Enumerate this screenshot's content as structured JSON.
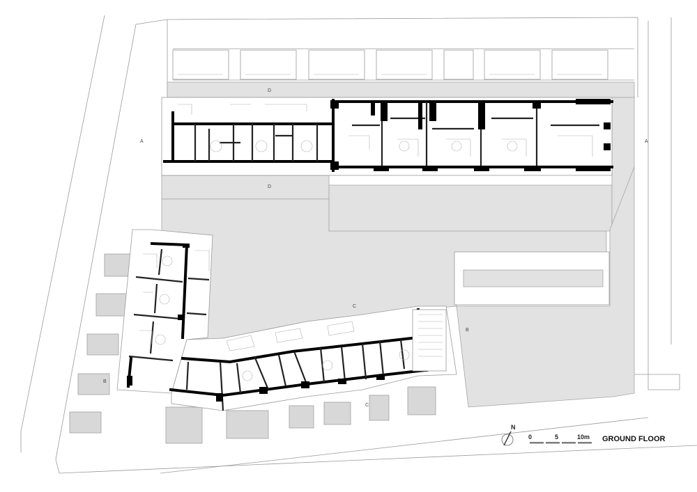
{
  "drawing": {
    "title": "GROUND FLOOR",
    "north_label": "N",
    "scale_labels": [
      "0",
      "5",
      "10m"
    ]
  },
  "section_marks": {
    "a_left": "A",
    "a_right": "A",
    "b_right": "B",
    "b_left": "B",
    "c_courtyard": "C",
    "c_bottom": "C",
    "d_top": "D",
    "d_middle": "D"
  },
  "colors": {
    "background": "#ffffff",
    "wall": "#000000",
    "paving": "#e2e2e2",
    "outline": "#9a9a9a"
  }
}
